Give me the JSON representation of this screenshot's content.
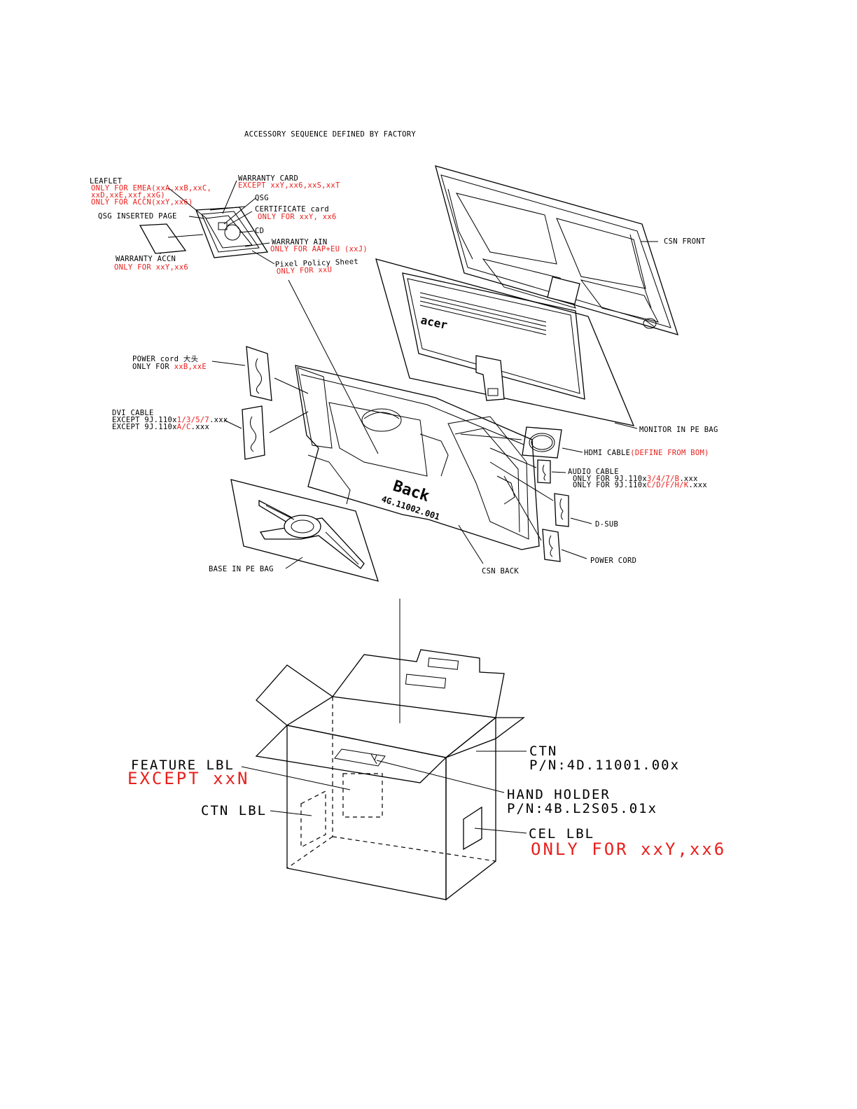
{
  "title": "ACCESSORY SEQUENCE DEFINED BY FACTORY",
  "labels": {
    "leaflet": {
      "name": "LEAFLET",
      "note_lines": [
        "ONLY FOR EMEA(xxA,xxB,xxC,",
        "xxD,xxE,xxf,xxG)",
        "ONLY FOR ACCN(xxY,xx6)"
      ]
    },
    "warranty_card": {
      "name": "WARRANTY CARD",
      "note": "EXCEPT xxY,xx6,xxS,xxT"
    },
    "qsg": {
      "name": "QSG"
    },
    "certificate_card": {
      "name": "CERTIFICATE card",
      "note": "ONLY FOR xxY, xx6"
    },
    "qsg_inserted_page": {
      "name": "QSG INSERTED PAGE"
    },
    "cd": {
      "name": "CD"
    },
    "warranty_ain": {
      "name": "WARRANTY AIN",
      "note": "ONLY FOR AAP+EU (xxJ)"
    },
    "warranty_accn": {
      "name": "WARRANTY ACCN",
      "note": "ONLY FOR xxY,xx6"
    },
    "pixel_policy": {
      "name": "Pixel Policy Sheet",
      "note": "ONLY FOR xxU"
    },
    "csn_front": {
      "name": "CSN FRONT"
    },
    "power_cord_cn": {
      "name": "POWER cord 大头",
      "note_prefix": "ONLY FOR ",
      "note_red": "xxB,xxE"
    },
    "dvi_cable": {
      "name": "DVI CABLE",
      "line1_prefix": "EXCEPT 9J.110x",
      "line1_red": "1/3/5/7",
      "line1_suffix": ".xxx",
      "line2_prefix": "EXCEPT 9J.110x",
      "line2_red": "A/C",
      "line2_suffix": ".xxx"
    },
    "monitor_pe_bag": {
      "name": "MONITOR IN PE BAG"
    },
    "hdmi_cable": {
      "name": "HDMI CABLE",
      "note": "(DEFINE FROM BOM)"
    },
    "audio_cable": {
      "name": "AUDIO CABLE",
      "line1_prefix": "ONLY FOR 9J.110x",
      "line1_red": "3/4/7/B",
      "line1_suffix": ".xxx",
      "line2_prefix": "ONLY FOR 9J.110x",
      "line2_red": "C/D/F/H/K",
      "line2_suffix": ".xxx"
    },
    "d_sub": {
      "name": "D-SUB"
    },
    "power_cord": {
      "name": "POWER CORD"
    },
    "base_pe_bag": {
      "name": "BASE IN PE BAG"
    },
    "csn_back": {
      "name": "CSN BACK"
    },
    "csn_back_emboss": {
      "line1": "Back",
      "line2": "4G.11002.001"
    },
    "monitor_logo": "acer",
    "ctn": {
      "name": "CTN",
      "pn": "P/N:4D.11001.00x"
    },
    "feature_lbl": {
      "name": "FEATURE LBL",
      "note": "EXCEPT xxN"
    },
    "hand_holder": {
      "name": "HAND HOLDER",
      "pn": "P/N:4B.L2S05.01x"
    },
    "ctn_lbl": {
      "name": "CTN LBL"
    },
    "cel_lbl": {
      "name": "CEL LBL",
      "note": "ONLY FOR xxY,xx6"
    }
  },
  "colors": {
    "line": "#000000",
    "note": "#e8201d",
    "background": "#ffffff"
  }
}
